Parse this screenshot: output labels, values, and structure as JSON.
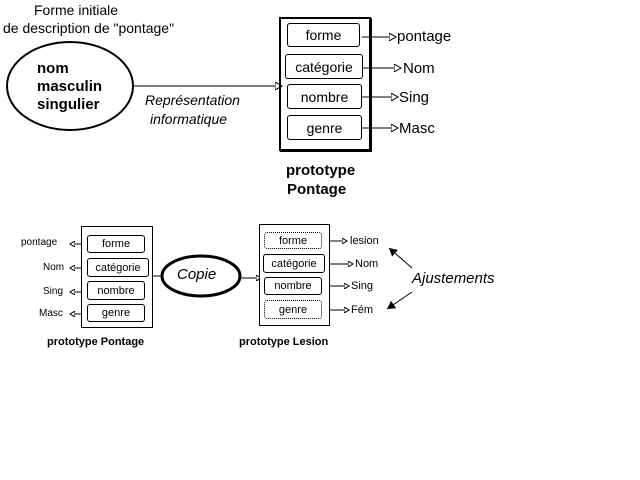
{
  "top": {
    "caption_line1": "Forme initiale",
    "caption_line2": "de description de \"pontage\"",
    "ellipse_lines": [
      "nom",
      "masculin",
      "singulier"
    ],
    "arrow_label_line1": "Représentation",
    "arrow_label_line2": "informatique",
    "slots": [
      "forme",
      "catégorie",
      "nombre",
      "genre"
    ],
    "values": [
      "pontage",
      "Nom",
      "Sing",
      "Masc"
    ],
    "title_line1": "prototype",
    "title_line2": "Pontage"
  },
  "bottom": {
    "left_values": [
      "pontage",
      "Nom",
      "Sing",
      "Masc"
    ],
    "left_slots": [
      "forme",
      "catégorie",
      "nombre",
      "genre"
    ],
    "left_title": "prototype Pontage",
    "copy_label": "Copie",
    "right_slots": [
      "forme",
      "catégorie",
      "nombre",
      "genre"
    ],
    "right_values": [
      "lesion",
      "Nom",
      "Sing",
      "Fém"
    ],
    "right_title": "prototype Lesion",
    "adjust_label": "Ajustements"
  }
}
